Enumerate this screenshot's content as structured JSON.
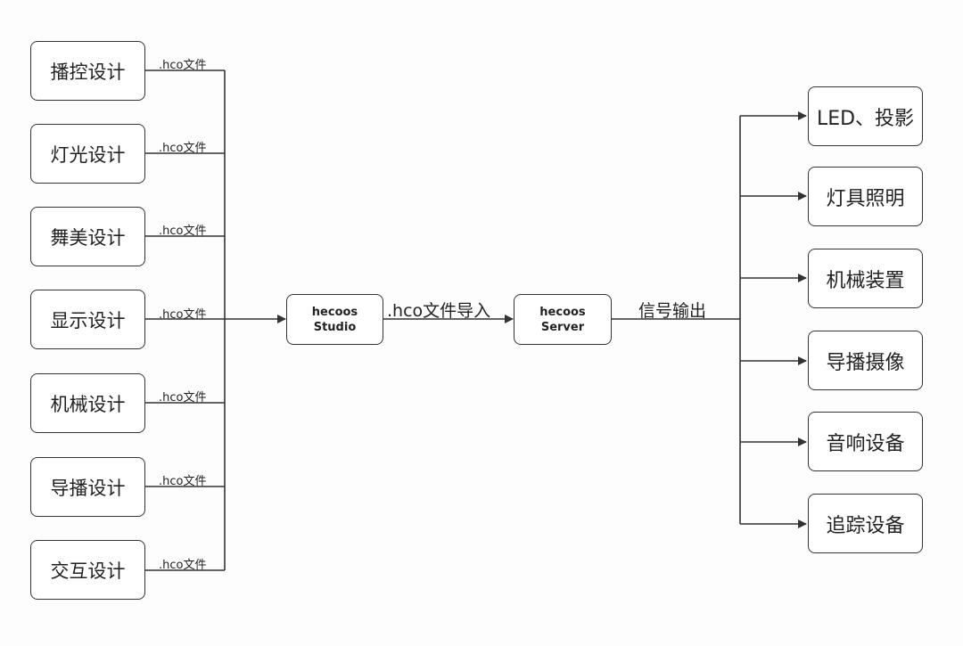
{
  "inputs": [
    {
      "label": "播控设计",
      "edge": ".hco文件"
    },
    {
      "label": "灯光设计",
      "edge": ".hco文件"
    },
    {
      "label": "舞美设计",
      "edge": ".hco文件"
    },
    {
      "label": "显示设计",
      "edge": ".hco文件"
    },
    {
      "label": "机械设计",
      "edge": ".hco文件"
    },
    {
      "label": "导播设计",
      "edge": ".hco文件"
    },
    {
      "label": "交互设计",
      "edge": ".hco文件"
    }
  ],
  "studio": {
    "line1": "hecoos",
    "line2": "Studio"
  },
  "server": {
    "line1": "hecoos",
    "line2": "Server"
  },
  "import_edge": ".hco文件导入",
  "output_edge": "信号输出",
  "outputs": [
    {
      "label": "LED、投影"
    },
    {
      "label": "灯具照明"
    },
    {
      "label": "机械装置"
    },
    {
      "label": "导播摄像"
    },
    {
      "label": "音响设备"
    },
    {
      "label": "追踪设备"
    }
  ],
  "colors": {
    "line": "#333333",
    "box_border": "#333333",
    "text": "#222222",
    "background": "#fdfdfd"
  }
}
